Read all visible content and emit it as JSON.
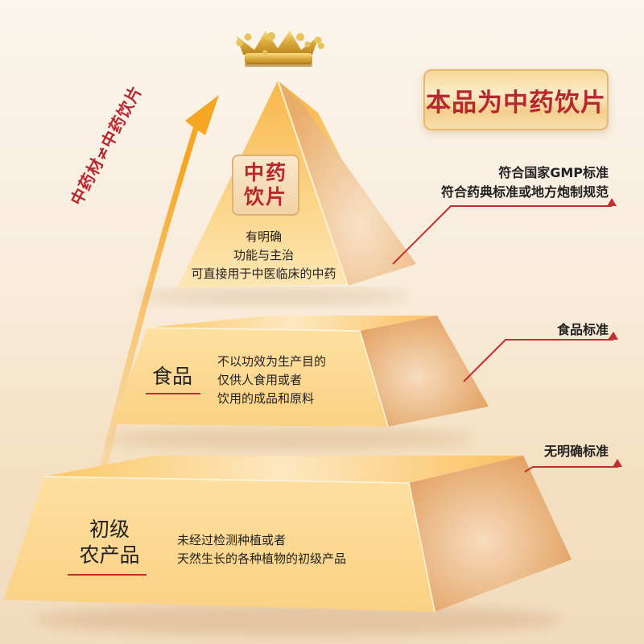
{
  "header_badge": {
    "label": "本品为中药饮片"
  },
  "arrow_label": "中药材≠中药饮片",
  "tiers": [
    {
      "id": "top",
      "badge_lines": [
        "中药",
        "饮片"
      ],
      "description": [
        "有明确",
        "功能与主治",
        "可直接用于中医临床的中药"
      ],
      "standard": [
        "符合国家GMP标准",
        "符合药典标准或地方炮制规范"
      ]
    },
    {
      "id": "middle",
      "title": "食品",
      "description": [
        "不以功效为生产目的",
        "仅供人食用或者",
        "饮用的成品和原料"
      ],
      "standard": [
        "食品标准"
      ]
    },
    {
      "id": "bottom",
      "title_lines": [
        "初级",
        "农产品"
      ],
      "description": [
        "未经过检测种植或者",
        "天然生长的各种植物的初级产品"
      ],
      "standard": [
        "无明确标准"
      ]
    }
  ],
  "colors": {
    "accent_red": "#b9262e",
    "gold": "#f5c66a",
    "background": "#f8ecda"
  },
  "icons": {
    "crown": "crown-icon",
    "arrow": "arrow-up-icon"
  }
}
